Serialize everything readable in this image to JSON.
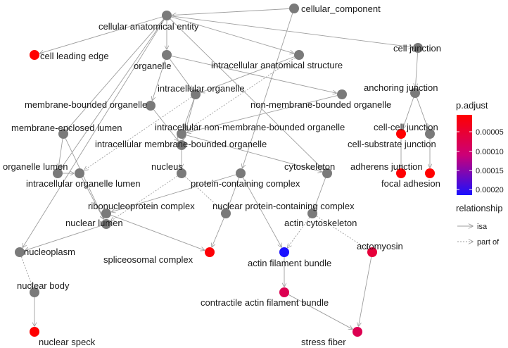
{
  "colors": {
    "node_gray": "#7a7a7a",
    "edge": "#9e9e9e",
    "padj_low": "#ff0000",
    "padj_high": "#1a10ff"
  },
  "nodes": [
    {
      "id": "cae",
      "label": "cellular anatomical entity",
      "padj": null
    },
    {
      "id": "cc",
      "label": "cellular_component",
      "padj": null
    },
    {
      "id": "cle",
      "label": "cell leading edge",
      "padj": 5e-07
    },
    {
      "id": "org",
      "label": "organelle",
      "padj": null
    },
    {
      "id": "ias",
      "label": "intracellular anatomical structure",
      "padj": null
    },
    {
      "id": "cj",
      "label": "cell junction",
      "padj": null
    },
    {
      "id": "io",
      "label": "intracellular organelle",
      "padj": null
    },
    {
      "id": "aj",
      "label": "anchoring junction",
      "padj": null
    },
    {
      "id": "mbo",
      "label": "membrane-bounded organelle",
      "padj": null
    },
    {
      "id": "nmbo",
      "label": "non-membrane-bounded organelle",
      "padj": null
    },
    {
      "id": "mel",
      "label": "membrane-enclosed lumen",
      "padj": null
    },
    {
      "id": "inmbo",
      "label": "intracellular non-membrane-bounded organelle",
      "padj": null
    },
    {
      "id": "ccj",
      "label": "cell-cell junction",
      "padj": 1e-06
    },
    {
      "id": "csj",
      "label": "cell-substrate junction",
      "padj": null
    },
    {
      "id": "imbo",
      "label": "intracellular membrane-bounded organelle",
      "padj": null
    },
    {
      "id": "ol",
      "label": "organelle lumen",
      "padj": null
    },
    {
      "id": "nucleus",
      "label": "nucleus",
      "padj": null
    },
    {
      "id": "cyto",
      "label": "cytoskeleton",
      "padj": null
    },
    {
      "id": "adj",
      "label": "adherens junction",
      "padj": 2e-06
    },
    {
      "id": "iol",
      "label": "intracellular organelle lumen",
      "padj": null
    },
    {
      "id": "pcc",
      "label": "protein-containing complex",
      "padj": null
    },
    {
      "id": "fa",
      "label": "focal adhesion",
      "padj": 1e-06
    },
    {
      "id": "rnp",
      "label": "ribonucleoprotein complex",
      "padj": null
    },
    {
      "id": "npcc",
      "label": "nuclear protein-containing complex",
      "padj": null
    },
    {
      "id": "nl",
      "label": "nuclear lumen",
      "padj": null
    },
    {
      "id": "acyto",
      "label": "actin cytoskeleton",
      "padj": null
    },
    {
      "id": "np",
      "label": "nucleoplasm",
      "padj": null
    },
    {
      "id": "spl",
      "label": "spliceosomal complex",
      "padj": 5e-06
    },
    {
      "id": "afb",
      "label": "actin filament bundle",
      "padj": 0.000205
    },
    {
      "id": "am",
      "label": "actomyosin",
      "padj": 5e-05
    },
    {
      "id": "nb",
      "label": "nuclear body",
      "padj": null
    },
    {
      "id": "cafb",
      "label": "contractile actin filament bundle",
      "padj": 7e-05
    },
    {
      "id": "nsp",
      "label": "nuclear speck",
      "padj": 1e-06
    },
    {
      "id": "sf",
      "label": "stress fiber",
      "padj": 7e-05
    }
  ],
  "edges": [
    {
      "from": "cc",
      "to": "cae",
      "rel": "isa"
    },
    {
      "from": "cae",
      "to": "cj",
      "rel": "isa"
    },
    {
      "from": "cae",
      "to": "cle",
      "rel": "isa"
    },
    {
      "from": "cae",
      "to": "org",
      "rel": "isa"
    },
    {
      "from": "cae",
      "to": "ias",
      "rel": "isa"
    },
    {
      "from": "cc",
      "to": "pcc",
      "rel": "isa"
    },
    {
      "from": "cae",
      "to": "np",
      "rel": "isa"
    },
    {
      "from": "cae",
      "to": "cyto",
      "rel": "isa"
    },
    {
      "from": "cae",
      "to": "mel",
      "rel": "isa"
    },
    {
      "from": "cae",
      "to": "ol",
      "rel": "isa"
    },
    {
      "from": "cj",
      "to": "aj",
      "rel": "isa"
    },
    {
      "from": "org",
      "to": "io",
      "rel": "isa"
    },
    {
      "from": "org",
      "to": "mbo",
      "rel": "isa"
    },
    {
      "from": "org",
      "to": "nmbo",
      "rel": "isa"
    },
    {
      "from": "ias",
      "to": "io",
      "rel": "isa"
    },
    {
      "from": "ias",
      "to": "inmbo",
      "rel": "part"
    },
    {
      "from": "aj",
      "to": "ccj",
      "rel": "isa"
    },
    {
      "from": "aj",
      "to": "csj",
      "rel": "isa"
    },
    {
      "from": "io",
      "to": "inmbo",
      "rel": "isa"
    },
    {
      "from": "io",
      "to": "imbo",
      "rel": "isa"
    },
    {
      "from": "io",
      "to": "iol",
      "rel": "part"
    },
    {
      "from": "nmbo",
      "to": "inmbo",
      "rel": "isa"
    },
    {
      "from": "mbo",
      "to": "imbo",
      "rel": "isa"
    },
    {
      "from": "mel",
      "to": "ol",
      "rel": "isa"
    },
    {
      "from": "mel",
      "to": "nl",
      "rel": "isa"
    },
    {
      "from": "ccj",
      "to": "adj",
      "rel": "isa"
    },
    {
      "from": "csj",
      "to": "fa",
      "rel": "isa"
    },
    {
      "from": "imbo",
      "to": "nucleus",
      "rel": "isa"
    },
    {
      "from": "inmbo",
      "to": "cyto",
      "rel": "isa"
    },
    {
      "from": "ol",
      "to": "iol",
      "rel": "isa"
    },
    {
      "from": "iol",
      "to": "nl",
      "rel": "isa"
    },
    {
      "from": "nucleus",
      "to": "nl",
      "rel": "part"
    },
    {
      "from": "nucleus",
      "to": "npcc",
      "rel": "part"
    },
    {
      "from": "pcc",
      "to": "rnp",
      "rel": "isa"
    },
    {
      "from": "pcc",
      "to": "npcc",
      "rel": "isa"
    },
    {
      "from": "pcc",
      "to": "afb",
      "rel": "isa"
    },
    {
      "from": "cyto",
      "to": "acyto",
      "rel": "isa"
    },
    {
      "from": "nl",
      "to": "np",
      "rel": "isa"
    },
    {
      "from": "rnp",
      "to": "spl",
      "rel": "isa"
    },
    {
      "from": "npcc",
      "to": "spl",
      "rel": "isa"
    },
    {
      "from": "acyto",
      "to": "afb",
      "rel": "part"
    },
    {
      "from": "acyto",
      "to": "am",
      "rel": "part"
    },
    {
      "from": "np",
      "to": "nb",
      "rel": "part"
    },
    {
      "from": "nb",
      "to": "nsp",
      "rel": "isa"
    },
    {
      "from": "afb",
      "to": "cafb",
      "rel": "isa"
    },
    {
      "from": "cafb",
      "to": "sf",
      "rel": "isa"
    },
    {
      "from": "am",
      "to": "sf",
      "rel": "isa"
    }
  ],
  "legend": {
    "color_title": "p.adjust",
    "color_ticks": [
      "0.00005",
      "0.00010",
      "0.00015",
      "0.00020"
    ],
    "relationship_title": "relationship",
    "relationship_items": [
      "isa",
      "part of"
    ]
  }
}
